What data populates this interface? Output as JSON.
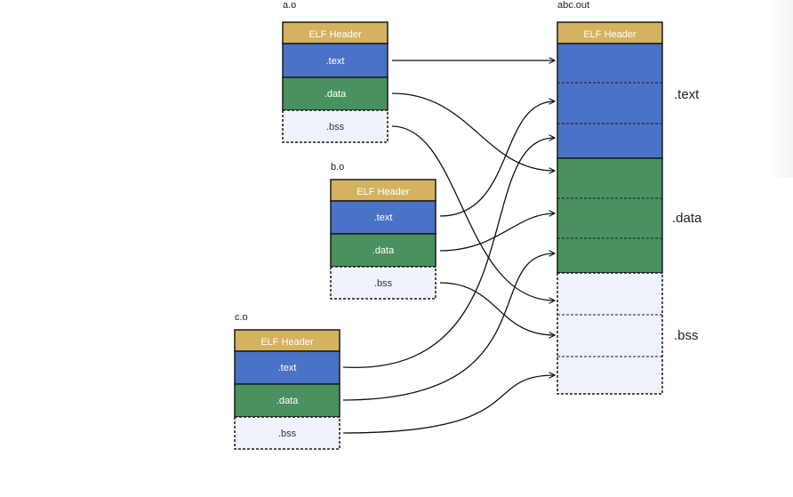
{
  "colors": {
    "header": "#D4B260",
    "text": "#4A72C6",
    "data": "#4A9160",
    "bss": "#EEF2FA",
    "border": "#1a1a1a",
    "arrow": "#111111"
  },
  "objects": {
    "a": {
      "file": "a.o",
      "header": "ELF Header",
      "text": ".text",
      "data": ".data",
      "bss": ".bss"
    },
    "b": {
      "file": "b.o",
      "header": "ELF Header",
      "text": ".text",
      "data": ".data",
      "bss": ".bss"
    },
    "c": {
      "file": "c.o",
      "header": "ELF Header",
      "text": ".text",
      "data": ".data",
      "bss": ".bss"
    }
  },
  "output": {
    "file": "abc.out",
    "header": "ELF Header",
    "text_label": ".text",
    "data_label": ".data",
    "bss_label": ".bss"
  }
}
